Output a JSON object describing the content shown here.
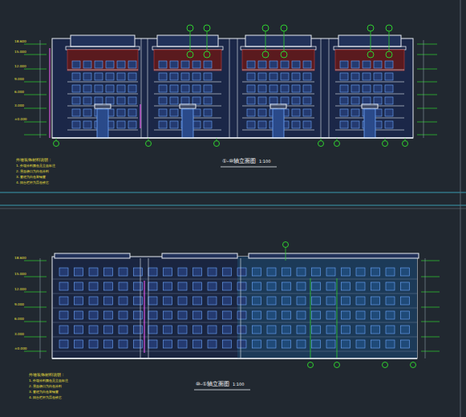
{
  "diagram": {
    "labels": [
      "①-⑩轴立面图",
      "1:100",
      "⑩-①轴立面图",
      "1:100",
      "外墙装饰材料说明：",
      "1. 外墙涂料颜色见立面标注",
      "2. 屋面檐口为白色涂料",
      "3. 窗框为白色塑钢窗",
      "4. 阳台栏杆为黑色铁艺",
      "外墙装饰材料说明：",
      "1. 外墙涂料颜色见立面标注",
      "2. 屋面檐口为白色涂料",
      "3. 窗框为白色塑钢窗",
      "4. 阳台栏杆为黑色铁艺",
      "18.600",
      "15.000",
      "12.000",
      "9.000",
      "6.000",
      "3.000",
      "±0.000",
      "18.600",
      "15.000",
      "12.000",
      "9.000",
      "6.000",
      "3.000",
      "±0.000"
    ]
  }
}
